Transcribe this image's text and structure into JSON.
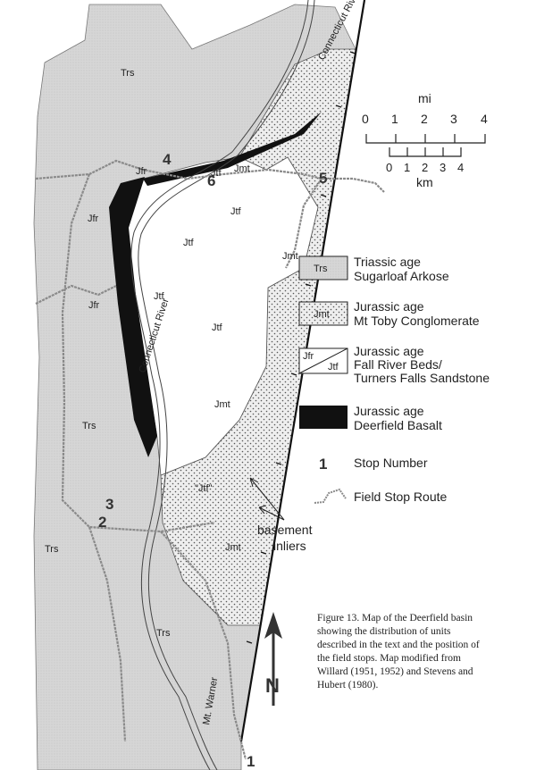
{
  "colors": {
    "trs": "#d9d9d9",
    "basalt": "#111111",
    "route": "#8a8a8a",
    "ink": "#222222"
  },
  "map_labels": {
    "trs": [
      "Trs",
      "Trs",
      "Trs",
      "Trs"
    ],
    "jmt": [
      "Jmt",
      "Jmt",
      "Jmt",
      "Jmt"
    ],
    "jtf": [
      "Jtf",
      "Jtf",
      "Jtf",
      "Jtf",
      "Jtf"
    ],
    "jfr": [
      "Jfr",
      "Jfr",
      "Jfr"
    ],
    "jtf_quoted": "\"Jtf\"",
    "river_top": "Connecticut River",
    "river_mid": "Connecticut River",
    "mt_warner": "Mt. Warner",
    "basement": [
      "basement",
      "inliers"
    ]
  },
  "stops": [
    "1",
    "2",
    "3",
    "4",
    "5",
    "6"
  ],
  "scale": {
    "mi_label": "mi",
    "mi_ticks": [
      "0",
      "1",
      "2",
      "3",
      "4"
    ],
    "km_label": "km",
    "km_ticks": [
      "0",
      "1",
      "2",
      "3",
      "4"
    ]
  },
  "legend": [
    {
      "code": "Trs",
      "line1": "Triassic age",
      "line2": "Sugarloaf Arkose"
    },
    {
      "code": "Jmt",
      "line1": "Jurassic age",
      "line2": "Mt Toby Conglomerate"
    },
    {
      "code_a": "Jfr",
      "code_b": "Jtf",
      "line1": "Jurassic age",
      "line2": "Fall River Beds/",
      "line3": "Turners Falls Sandstone"
    },
    {
      "line1": "Jurassic age",
      "line2": "Deerfield Basalt"
    },
    {
      "symbol": "1",
      "label": "Stop Number"
    },
    {
      "label": "Field Stop Route"
    }
  ],
  "north": "N",
  "caption": [
    "Figure 13.  Map of the Deerfield basin",
    "showing the distribution of units",
    "described in the text and the position of",
    "the field stops. Map modified from",
    "Willard (1951, 1952) and Stevens and",
    "Hubert (1980)."
  ]
}
